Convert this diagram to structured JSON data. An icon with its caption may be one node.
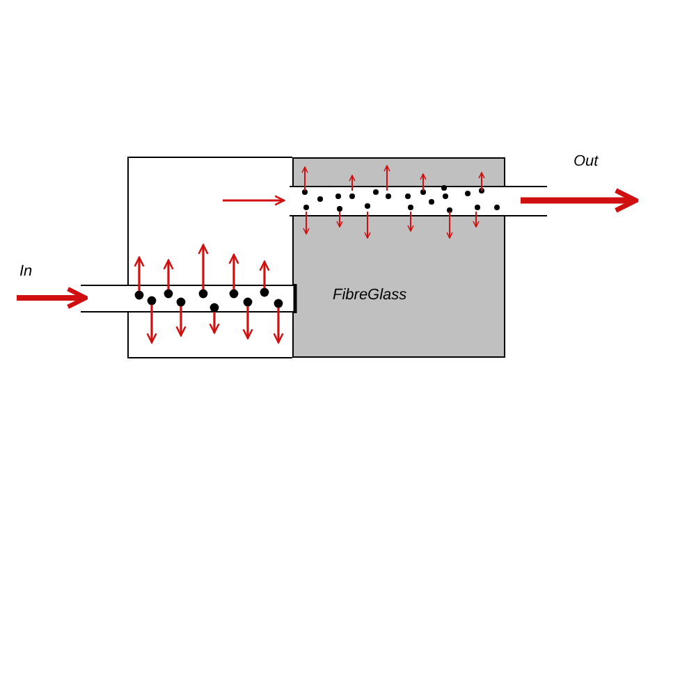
{
  "diagram": {
    "nodes": [
      {
        "text": [
          "FibreGlass"
        ]
      }
    ],
    "labels": [
      "In",
      "Out"
    ]
  }
}
